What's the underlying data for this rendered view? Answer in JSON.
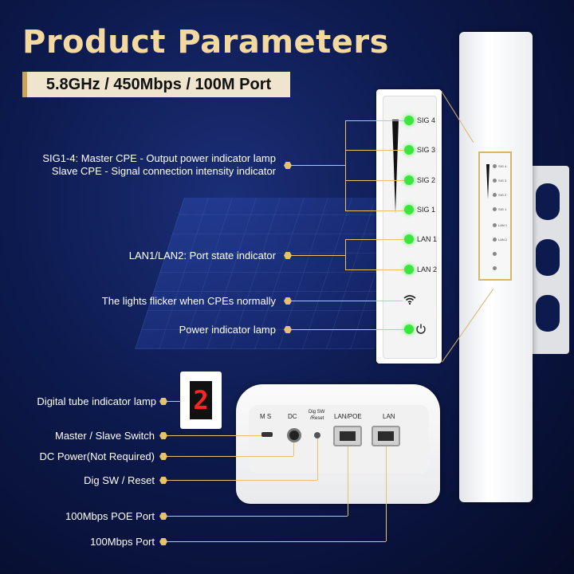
{
  "header": {
    "title": "Product Parameters",
    "subtitle": "5.8GHz / 450Mbps / 100M Port"
  },
  "indicators": [
    {
      "label": "SIG 4",
      "color": "#39e63c"
    },
    {
      "label": "SIG 3",
      "color": "#39e63c"
    },
    {
      "label": "SIG 2",
      "color": "#39e63c"
    },
    {
      "label": "SIG 1",
      "color": "#39e63c"
    },
    {
      "label": "LAN 1",
      "color": "#39e63c"
    },
    {
      "label": "LAN 2",
      "color": "#39e63c"
    },
    {
      "label": "",
      "icon": "wifi-icon",
      "color": "#000000"
    },
    {
      "label": "",
      "icon": "power-icon",
      "color": "#39e63c"
    }
  ],
  "mini_labels": [
    "SIG 4",
    "SIG 3",
    "SIG 2",
    "SIG 1",
    "LAN 1",
    "LAN 2"
  ],
  "callouts": {
    "sig_line1": "SIG1-4: Master CPE - Output power indicator lamp",
    "sig_line2": "Slave CPE - Signal connection intensity indicator",
    "lan": "LAN1/LAN2: Port state indicator",
    "flicker": "The lights flicker when CPEs normally",
    "power": "Power indicator lamp",
    "digital": "Digital tube indicator lamp",
    "switch": "Master / Slave Switch",
    "dc": "DC Power(Not Required)",
    "reset": "Dig SW / Reset",
    "poe": "100Mbps POE Port",
    "port": "100Mbps Port"
  },
  "device": {
    "ms": "M S",
    "dc": "DC",
    "dig_sw": "Dig SW",
    "reset": "/Reset",
    "lan_poe": "LAN/POE",
    "lan": "LAN",
    "digit": "2"
  },
  "colors": {
    "accent": "#e6c36b",
    "title": "#f3d9a0",
    "background": "#0d1a4e",
    "led_green": "#39e63c",
    "digit_red": "#ff2424"
  }
}
